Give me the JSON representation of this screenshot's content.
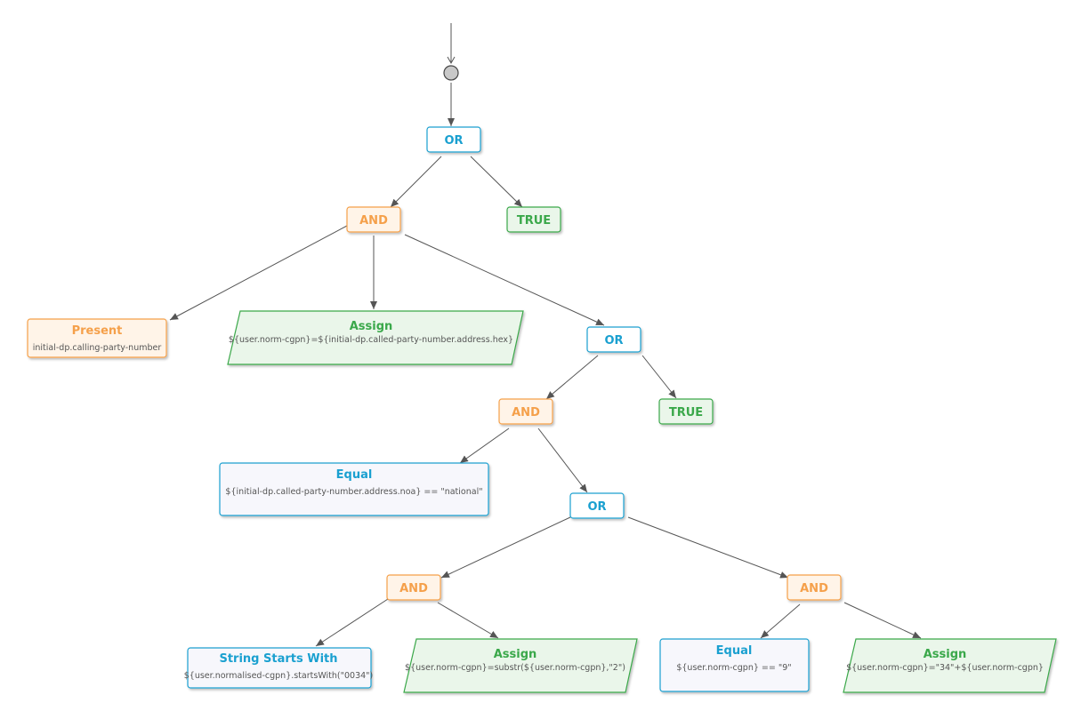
{
  "colors": {
    "or_blue": "#1aa0d0",
    "and_orange": "#f5a04a",
    "true_green": "#3aa84a",
    "edge_gray": "#555555",
    "start_fill": "#c8c8c8"
  },
  "nodes": {
    "start": {
      "kind": "start"
    },
    "or_root": {
      "title": "OR"
    },
    "and_1": {
      "title": "AND"
    },
    "true_1": {
      "title": "TRUE"
    },
    "present": {
      "title": "Present",
      "text": "initial-dp.calling-party-number"
    },
    "assign_1": {
      "title": "Assign",
      "text": "${user.norm-cgpn}=${initial-dp.called-party-number.address.hex}"
    },
    "or_2": {
      "title": "OR"
    },
    "and_2": {
      "title": "AND"
    },
    "true_2": {
      "title": "TRUE"
    },
    "equal_1": {
      "title": "Equal",
      "text": "${initial-dp.called-party-number.address.noa} == \"national\""
    },
    "or_3": {
      "title": "OR"
    },
    "and_3": {
      "title": "AND"
    },
    "and_4": {
      "title": "AND"
    },
    "starts_with": {
      "title": "String Starts With",
      "text": "${user.normalised-cgpn}.startsWith(\"0034\")"
    },
    "assign_2": {
      "title": "Assign",
      "text": "${user.norm-cgpn}=substr(${user.norm-cgpn},\"2\")"
    },
    "equal_2": {
      "title": "Equal",
      "text": "${user.norm-cgpn} == \"9\""
    },
    "assign_3": {
      "title": "Assign",
      "text": "${user.norm-cgpn}=\"34\"+${user.norm-cgpn}"
    }
  }
}
